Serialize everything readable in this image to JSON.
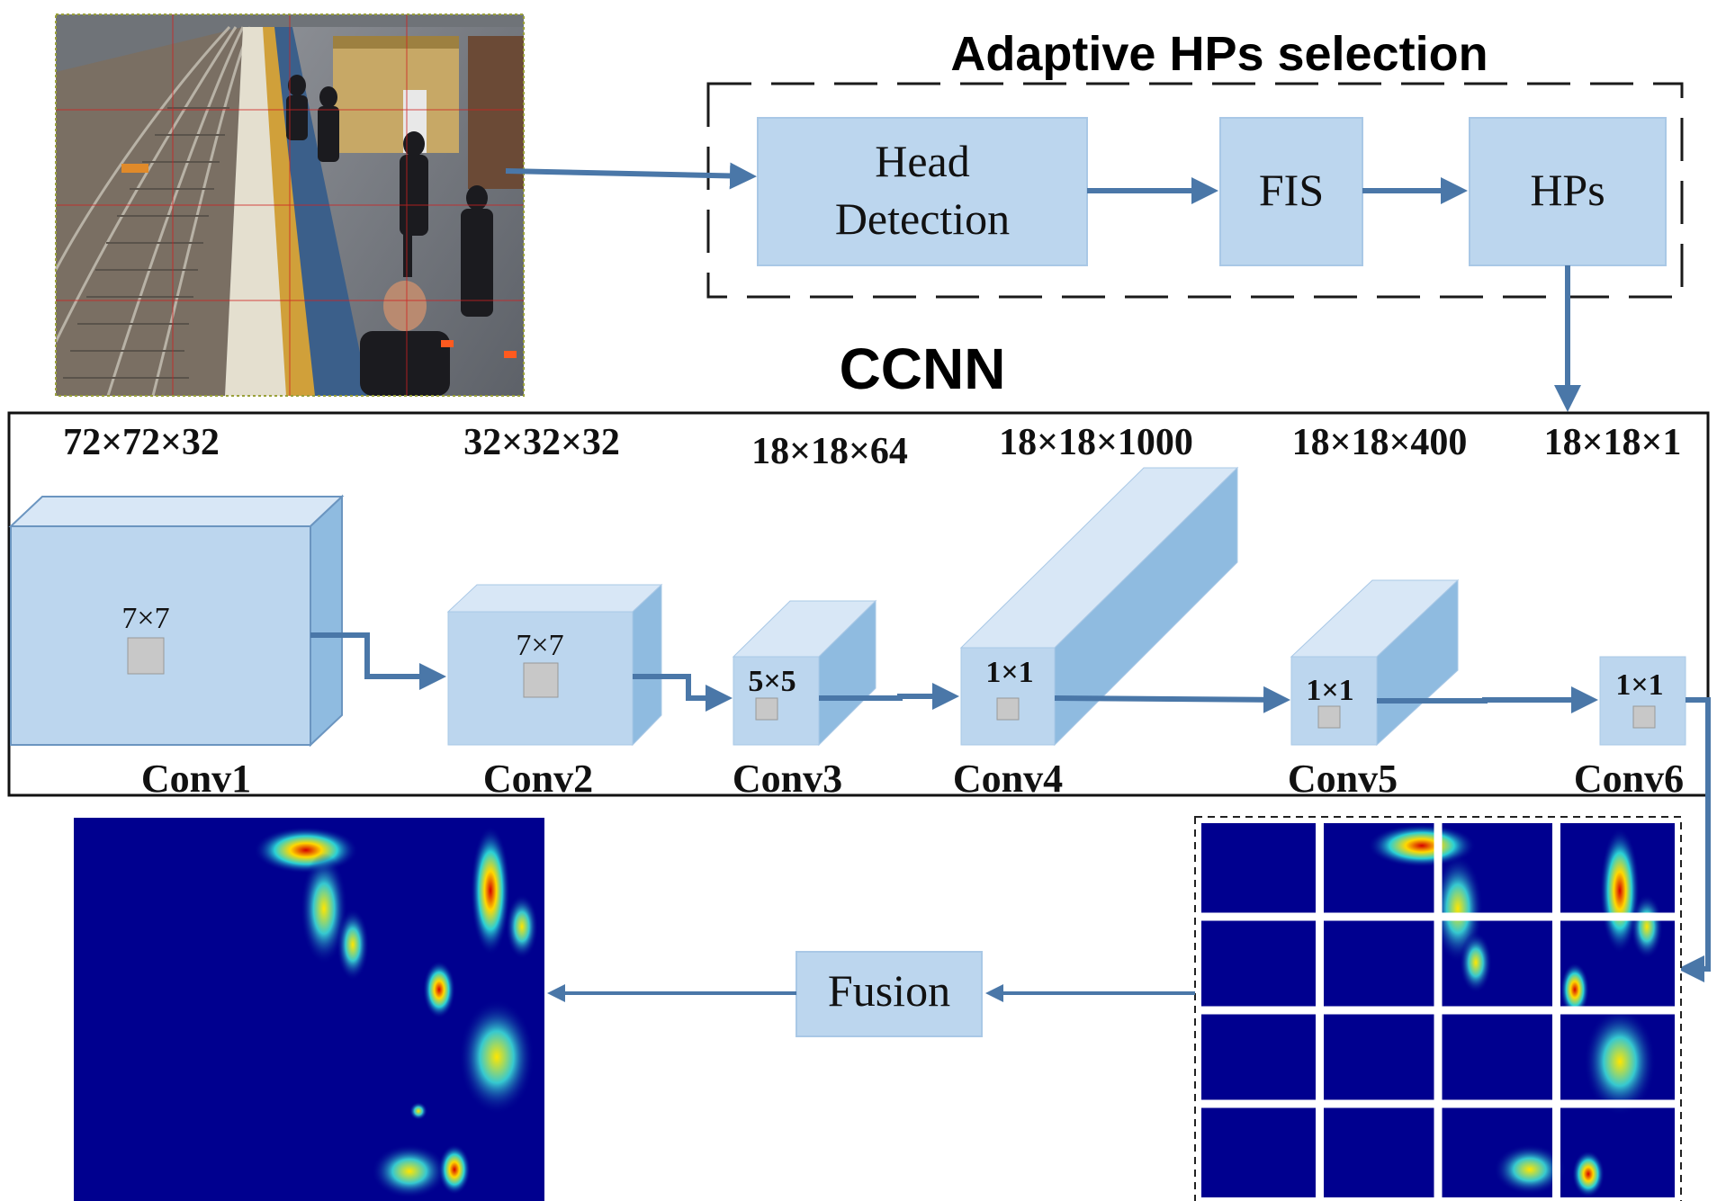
{
  "top_section": {
    "title": "Adaptive HPs selection",
    "nodes": [
      {
        "id": "head-detection",
        "lines": [
          "Head",
          "Detection"
        ]
      },
      {
        "id": "fis",
        "lines": [
          "FIS"
        ]
      },
      {
        "id": "hps",
        "lines": [
          "HPs"
        ]
      }
    ]
  },
  "ccnn": {
    "title": "CCNN",
    "layers": [
      {
        "id": "conv1",
        "name": "Conv1",
        "dims": "72×72×32",
        "kernel": "7×7"
      },
      {
        "id": "conv2",
        "name": "Conv2",
        "dims": "32×32×32",
        "kernel": "7×7"
      },
      {
        "id": "conv3",
        "name": "Conv3",
        "dims": "18×18×64",
        "kernel": "5×5"
      },
      {
        "id": "conv4",
        "name": "Conv4",
        "dims": "18×18×1000",
        "kernel": "1×1"
      },
      {
        "id": "conv5",
        "name": "Conv5",
        "dims": "18×18×400",
        "kernel": "1×1"
      },
      {
        "id": "conv6",
        "name": "Conv6",
        "dims": "18×18×1",
        "kernel": "1×1"
      }
    ]
  },
  "bottom_section": {
    "fusion_label": "Fusion",
    "patch_grid": {
      "rows": 4,
      "cols": 4
    }
  },
  "colors": {
    "box_fill": "#bcd6ee",
    "box_side": "#8fbbe0",
    "box_top": "#d8e7f6",
    "arrow": "#4a77a8",
    "kernel": "#c8c8c8",
    "heat_bg": "#00008f"
  }
}
